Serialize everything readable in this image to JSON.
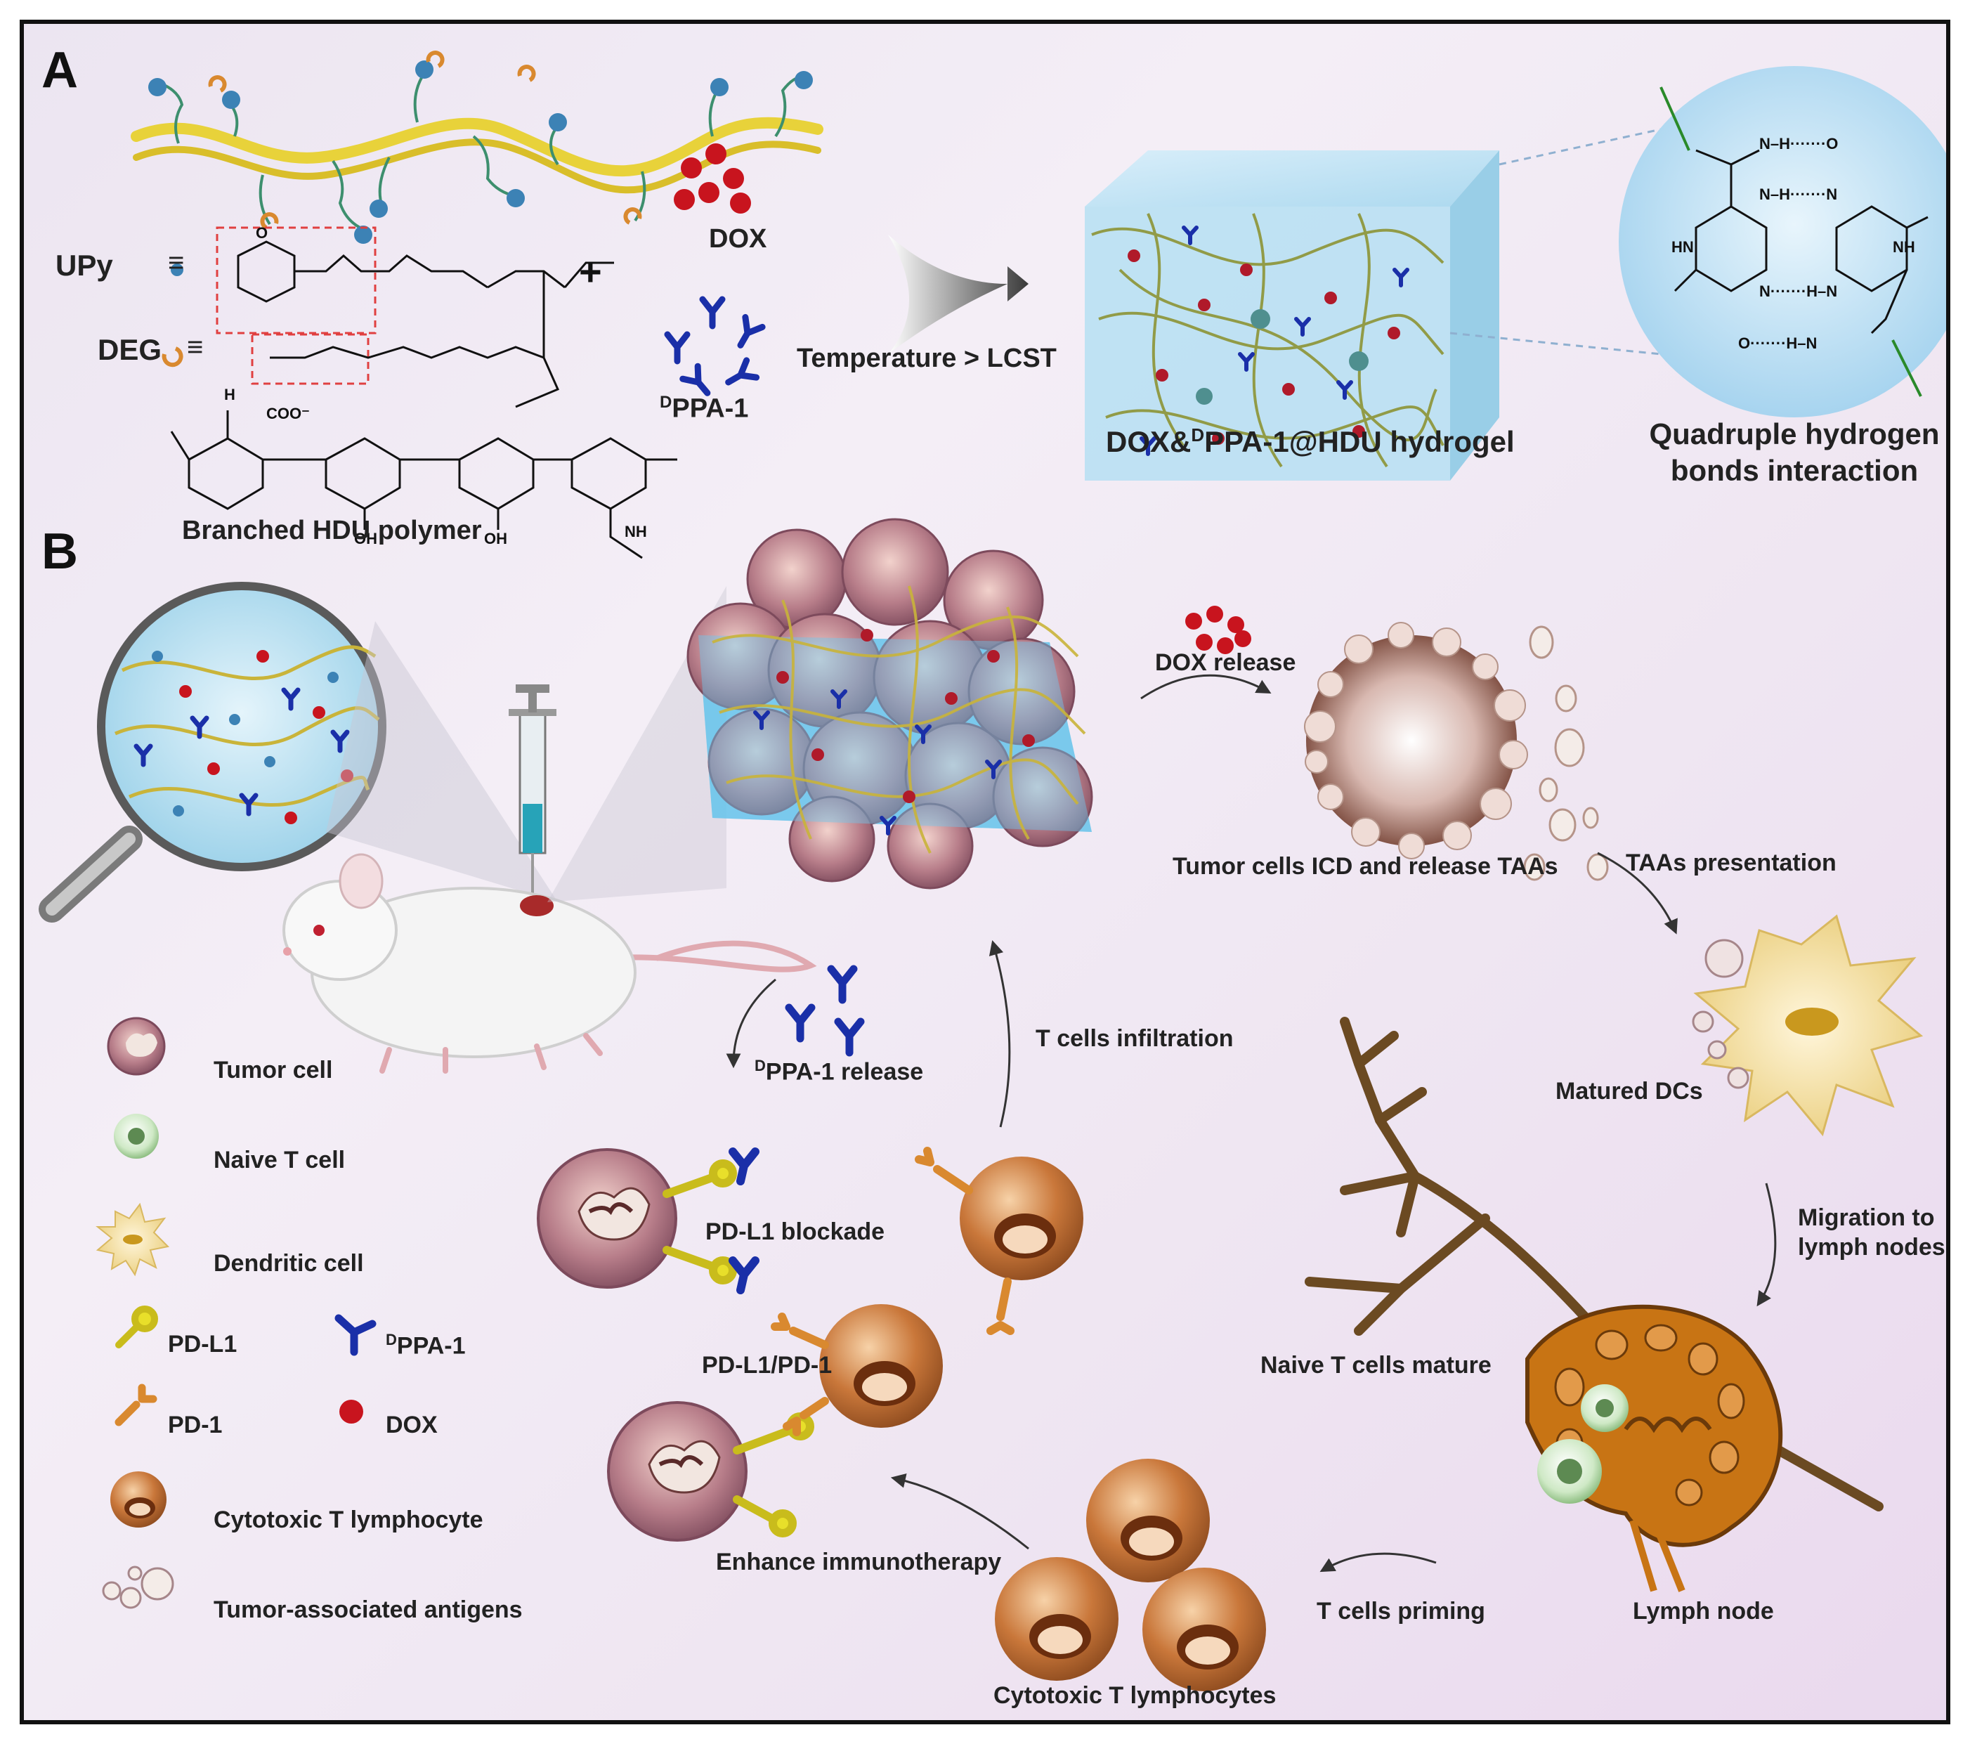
{
  "panels": {
    "a": "A",
    "b": "B"
  },
  "panel_a": {
    "upy": "UPy",
    "deg": "DEG",
    "equiv": "≡",
    "plus": "+",
    "dox": "DOX",
    "ppa_sup": "D",
    "ppa": "PPA-1",
    "temperature": "Temperature > LCST",
    "polymer": "Branched HDU polymer",
    "hydrogel_prefix": "DOX&",
    "hydrogel_sup": "D",
    "hydrogel_suffix": "PPA-1@HDU  hydrogel",
    "hbond_line1": "Quadruple hydrogen",
    "hbond_line2": "bonds interaction",
    "chem": {
      "hb1": "N–H·······O",
      "hb2": "N–H·······N",
      "hb3": "N·······H–N",
      "hb4": "O·······H–N",
      "hn": "HN",
      "nh": "NH",
      "coo": "COO⁻",
      "oh1": "OH",
      "oh2": "OH",
      "nh_acetyl": "NH",
      "o_label": "O",
      "h_label": "H"
    }
  },
  "panel_b": {
    "dox_release": "DOX release",
    "icd": "Tumor cells ICD and release TAAs",
    "taas": "TAAs presentation",
    "matured_dcs": "Matured DCs",
    "migration_line1": "Migration to",
    "migration_line2": "lymph nodes",
    "naive_mature": "Naive T cells mature",
    "lymph_node": "Lymph node",
    "t_priming": "T cells priming",
    "ctls": "Cytotoxic  T lymphocytes",
    "enhance": "Enhance immunotherapy",
    "pdl1_blockade": "PD-L1 blockade",
    "pdl1_pd1": "PD-L1/PD-1",
    "ppa_release_sup": "D",
    "ppa_release": "PPA-1 release",
    "t_infiltration": "T cells infiltration"
  },
  "legend": {
    "tumor_cell": "Tumor cell",
    "naive_t": "Naive T cell",
    "dendritic": "Dendritic cell",
    "pdl1": "PD-L1",
    "ppa_sup": "D",
    "ppa": "PPA-1",
    "pd1": "PD-1",
    "dox": "DOX",
    "ctl": "Cytotoxic  T lymphocyte",
    "taa": "Tumor-associated antigens"
  },
  "colors": {
    "background": "#efe6f2",
    "dox": "#c8141e",
    "ppa": "#1a2fa8",
    "pdl1": "#e8df2a",
    "pd1": "#d9892f",
    "ctl": "#b9652c",
    "tumor": "#9c5a6a",
    "hydrogel": "#9fd7ef",
    "polymer": "#e8d23a",
    "upy_bead": "#3c82b5",
    "node": "#c87414"
  }
}
